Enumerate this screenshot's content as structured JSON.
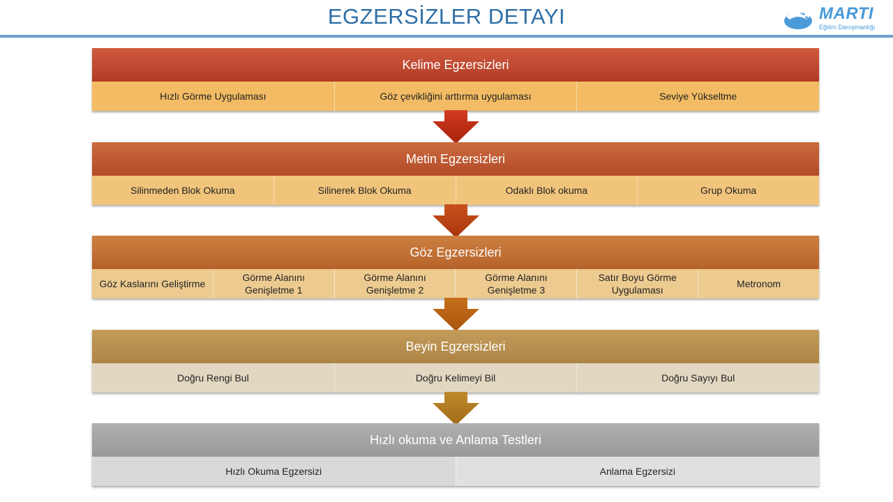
{
  "page": {
    "title": "EGZERSİZLER DETAYI"
  },
  "logo": {
    "name": "MARTI",
    "tagline": "Eğitim Danışmanlığı",
    "icon": "seagull-logo-icon"
  },
  "stages": [
    {
      "title": "Kelime Egzersizleri",
      "items": [
        "Hızlı Görme Uygulaması",
        "Göz çevikliğini arttırma uygulaması",
        "Seviye Yükseltme"
      ]
    },
    {
      "title": "Metin Egzersizleri",
      "items": [
        "Silinmeden Blok Okuma",
        "Silinerek Blok Okuma",
        "Odaklı Blok okuma",
        "Grup Okuma"
      ]
    },
    {
      "title": "Göz Egzersizleri",
      "items": [
        "Göz Kaslarını Geliştirme",
        "Görme Alanını Genişletme 1",
        "Görme Alanını Genişletme 2",
        "Görme Alanını Genişletme 3",
        "Satır Boyu Görme Uygulaması",
        "Metronom"
      ]
    },
    {
      "title": "Beyin Egzersizleri",
      "items": [
        "Doğru Rengi Bul",
        "Doğru Kelimeyi Bil",
        "Doğru Sayıyı Bul"
      ]
    },
    {
      "title": "Hızlı okuma ve Anlama Testleri",
      "items": [
        "Hızlı Okuma Egzersizi",
        "Anlama Egzersizi"
      ]
    }
  ],
  "colors": {
    "title_text": "#2e6ea6",
    "logo_blue": "#4a9bd8",
    "stage_headers": [
      "#c0452c",
      "#bf5a2c",
      "#c0712f",
      "#b8914e",
      "#a6a6a6"
    ],
    "stage_items": [
      "#f1b85e",
      "#f0c37a",
      "#eccb90",
      "#e0d6c2",
      "#dcdcdc"
    ],
    "arrows": [
      "#c0301a",
      "#b8400f",
      "#b85a10",
      "#b07a20"
    ]
  }
}
